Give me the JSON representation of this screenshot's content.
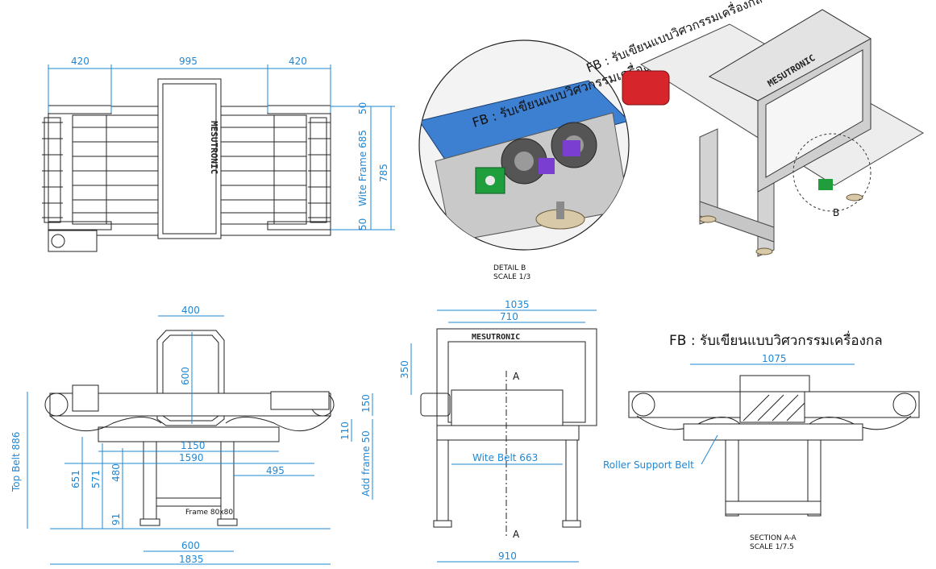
{
  "top_view": {
    "dim_left": "420",
    "dim_middle": "995",
    "dim_right": "420",
    "dim_wite_frame": "Wite Frame 685",
    "dim_total_width": "785",
    "dim_top_margin": "50",
    "dim_bottom_margin": "50",
    "brand": "MESUTRONIC"
  },
  "side_view": {
    "dim_head_width": "400",
    "dim_head_height": "600",
    "dim_top_belt": "Top Belt 886",
    "dim_frame_height": "150",
    "dim_add_frame_110": "110",
    "dim_add_frame": "Add frame 50",
    "dim_1150": "1150",
    "dim_1590": "1590",
    "dim_495": "495",
    "dim_651": "651",
    "dim_571": "571",
    "dim_480": "480",
    "dim_91": "91",
    "frame_label": "Frame 80x80",
    "dim_600": "600",
    "dim_1835": "1835"
  },
  "front_view": {
    "dim_1035": "1035",
    "dim_710": "710",
    "dim_350": "350",
    "brand": "MESUTRONIC",
    "section_a_top": "A",
    "section_a_bottom": "A",
    "wite_belt": "Wite Belt 663",
    "dim_910": "910"
  },
  "section_view": {
    "title": "FB : รับเขียนแบบวิศวกรรมเครื่องกล",
    "dim_1075": "1075",
    "roller_label": "Roller Support Belt",
    "caption_line1": "SECTION  A-A",
    "caption_line2": "SCALE 1/7.5"
  },
  "detail_view": {
    "watermark": "FB : รับเขียนแบบวิศวกรรมเครื่องกล",
    "caption_line1": "DETAIL  B",
    "caption_line2": "SCALE 1/3"
  },
  "iso_view": {
    "watermark": "FB : รับเขียนแบบวิศวกรรมเครื่องกล",
    "brand": "MESUTRONIC",
    "detail_marker": "B"
  },
  "colors": {
    "dimension": "#1e88d6",
    "line": "#222222",
    "belt": "#3d7fd0",
    "motor": "#d6262b",
    "bearing": "#1f9e3b",
    "sprocket": "#7a3fd0"
  }
}
